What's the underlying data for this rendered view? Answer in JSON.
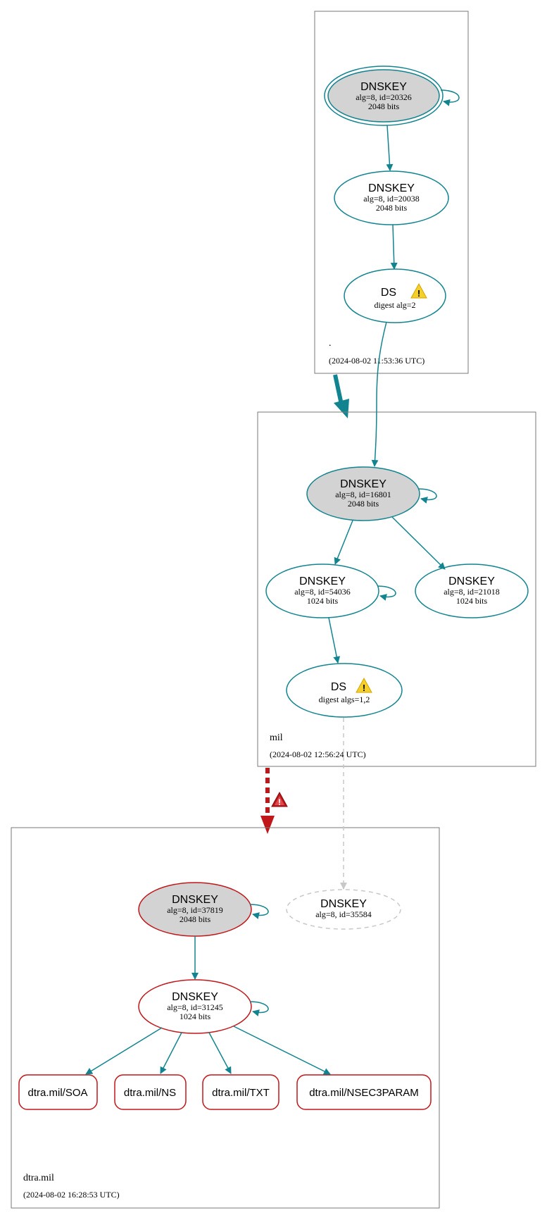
{
  "colors": {
    "valid": "#12848f",
    "bogus": "#c0171a",
    "insecure_dashed": "#c8c8c8",
    "ksk_fill": "#d3d3d3",
    "zone_border": "#7a7a7a",
    "warning_fill": "#f5d02a"
  },
  "zones": {
    "root": {
      "name": ".",
      "timestamp": "(2024-08-02 11:53:36 UTC)",
      "ksk": {
        "title": "DNSKEY",
        "alg_id": "alg=8, id=20326",
        "bits": "2048 bits"
      },
      "zsk": {
        "title": "DNSKEY",
        "alg_id": "alg=8, id=20038",
        "bits": "2048 bits"
      },
      "ds": {
        "title": "DS",
        "digest": "digest alg=2",
        "icon": "warning-icon"
      }
    },
    "mil": {
      "name": "mil",
      "timestamp": "(2024-08-02 12:56:24 UTC)",
      "ksk": {
        "title": "DNSKEY",
        "alg_id": "alg=8, id=16801",
        "bits": "2048 bits"
      },
      "zsk1": {
        "title": "DNSKEY",
        "alg_id": "alg=8, id=54036",
        "bits": "1024 bits"
      },
      "zsk2": {
        "title": "DNSKEY",
        "alg_id": "alg=8, id=21018",
        "bits": "1024 bits"
      },
      "ds": {
        "title": "DS",
        "digest": "digest algs=1,2",
        "icon": "warning-icon"
      }
    },
    "dtra": {
      "name": "dtra.mil",
      "timestamp": "(2024-08-02 16:28:53 UTC)",
      "ksk": {
        "title": "DNSKEY",
        "alg_id": "alg=8, id=37819",
        "bits": "2048 bits"
      },
      "missing_key": {
        "title": "DNSKEY",
        "alg_id": "alg=8, id=35584"
      },
      "zsk": {
        "title": "DNSKEY",
        "alg_id": "alg=8, id=31245",
        "bits": "1024 bits"
      },
      "rrsets": [
        "dtra.mil/SOA",
        "dtra.mil/NS",
        "dtra.mil/TXT",
        "dtra.mil/NSEC3PARAM"
      ]
    }
  },
  "delegation_warning_icon": "error-triangle-icon"
}
